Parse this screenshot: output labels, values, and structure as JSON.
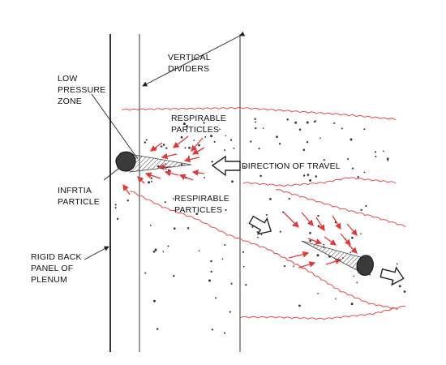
{
  "labels": {
    "vertical_dividers": [
      "VERTICAL",
      "DIVIDERS"
    ],
    "low_pressure_zone": [
      "LOW",
      "PRESSURE",
      "ZONE"
    ],
    "respirable_particles_upper": [
      "RESPIRABLE",
      "PARTICLES"
    ],
    "respirable_particles_lower": [
      "RESPIRABLE",
      "PARTICLES"
    ],
    "direction_of_travel": "DIRECTION OF TRAVEL",
    "inertia_particle": [
      "INFRTIA",
      "PARTICLE"
    ],
    "rigid_back_panel": [
      "RIGID BACK",
      "PANEL OF",
      "PLENUM"
    ]
  },
  "colors": {
    "line": "#3a3a3a",
    "wavy_boundary": "#e24a4a",
    "flow_arrow": "#e03a3a",
    "dust": "#333333"
  },
  "icons": [
    "hollow-arrow-icon",
    "inertia-particle-icon",
    "wake-cone-icon",
    "flow-arrow-icon"
  ]
}
